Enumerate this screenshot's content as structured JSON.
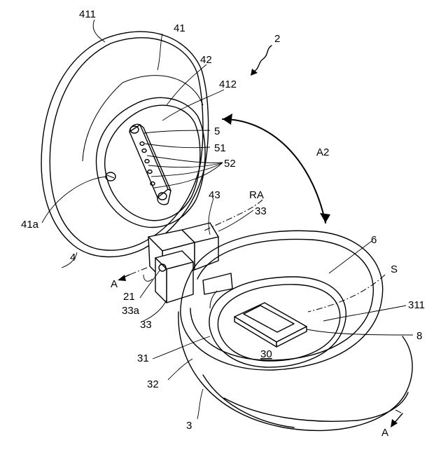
{
  "labels": {
    "l411": "411",
    "l41": "41",
    "l42": "42",
    "l412": "412",
    "l2": "2",
    "l5": "5",
    "l51": "51",
    "l52": "52",
    "lA2": "A2",
    "l41a": "41a",
    "l43": "43",
    "lRA": "RA",
    "l33top": "33",
    "l4": "4",
    "l6": "6",
    "lA_left": "A",
    "l21": "21",
    "lS": "S",
    "l33a": "33a",
    "l311": "311",
    "l33": "33",
    "l8": "8",
    "l31": "31",
    "l30": "30",
    "l32": "32",
    "l3": "3",
    "lA_right": "A"
  },
  "colors": {
    "line": "#000000",
    "background": "#ffffff"
  }
}
